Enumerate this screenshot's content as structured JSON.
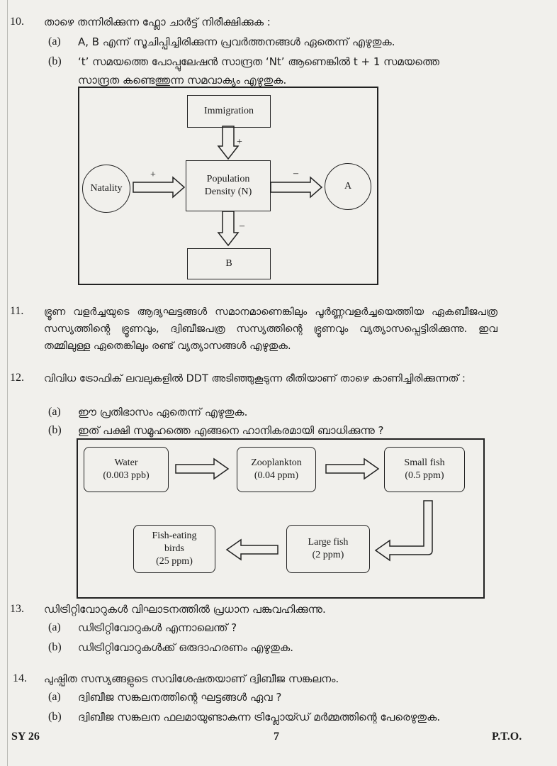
{
  "q10": {
    "num": "10.",
    "text": "താഴെ തന്നിരിക്കുന്ന ഫ്ലോ ചാർട്ട് നിരീക്ഷിക്കുക :",
    "a_label": "(a)",
    "a_text": "A, B എന്ന് സൂചിപ്പിച്ചിരിക്കുന്ന പ്രവർത്തനങ്ങൾ ഏതെന്ന് എഴുതുക.",
    "b_label": "(b)",
    "b_text1": "‘t’ സമയത്തെ പോപ്പുലേഷൻ സാന്ദ്രത ‘Nt’ ആണെങ്കിൽ  t + 1 സമയത്തെ",
    "b_text2": "സാന്ദ്രത കണ്ടെത്തുന്ന സമവാക്യം എഴുതുക.",
    "diagram": {
      "immigration": "Immigration",
      "natality": "Natality",
      "population_density": "Population Density (N)",
      "a": "A",
      "b": "B",
      "plus_top": "+",
      "plus_left": "+",
      "minus_right": "–",
      "minus_bottom": "–"
    }
  },
  "q11": {
    "num": "11.",
    "text": "ഭ്രൂണ വളർച്ചയുടെ ആദ്യഘട്ടങ്ങൾ സമാനമാണെങ്കിലും പൂർണ്ണവളർച്ചയെത്തിയ ഏകബീജപത്ര സസ്യത്തിന്റെ ഭ്രൂണവും, ദ്വിബീജപത്ര സസ്യത്തിന്റെ ഭ്രൂണവും വ്യത്യാസപ്പെട്ടിരിക്കുന്നു. ഇവ തമ്മിലുള്ള ഏതെങ്കിലും രണ്ട് വ്യത്യാസങ്ങൾ എഴുതുക."
  },
  "q12": {
    "num": "12.",
    "text": "വിവിധ ട്രോഫിക് ലവലുകളിൽ DDT അടിഞ്ഞുകൂടുന്ന രീതിയാണ് താഴെ കാണിച്ചിരിക്കുന്നത് :",
    "a_label": "(a)",
    "a_text": "ഈ പ്രതിഭാസം ഏതെന്ന് എഴുതുക.",
    "b_label": "(b)",
    "b_text": "ഇത് പക്ഷി സമൂഹത്തെ എങ്ങനെ ഹാനികരമായി ബാധിക്കുന്നു ?",
    "diagram": {
      "water": "Water",
      "water_val": "(0.003 ppb)",
      "zooplankton": "Zooplankton",
      "zooplankton_val": "(0.04 ppm)",
      "small_fish": "Small fish",
      "small_fish_val": "(0.5 ppm)",
      "large_fish": "Large fish",
      "large_fish_val": "(2 ppm)",
      "birds1": "Fish-eating",
      "birds2": "birds",
      "birds_val": "(25 ppm)"
    }
  },
  "q13": {
    "num": "13.",
    "text": "ഡിട്രിറ്റിവോറുകൾ വിഘാടനത്തിൽ പ്രധാന പങ്കുവഹിക്കുന്നു.",
    "a_label": "(a)",
    "a_text": "ഡിട്രിറ്റിവോറുകൾ എന്നാലെന്ത് ?",
    "b_label": "(b)",
    "b_text": "ഡിട്രിറ്റിവോറുകൾക്ക് ഒരുദാഹരണം എഴുതുക."
  },
  "q14": {
    "num": "14.",
    "text": "പുഷ്പിത സസ്യങ്ങളുടെ സവിശേഷതയാണ് ദ്വിബീജ സങ്കലനം.",
    "a_label": "(a)",
    "a_text": "ദ്വിബീജ സങ്കലനത്തിന്റെ ഘട്ടങ്ങൾ ഏവ ?",
    "b_label": "(b)",
    "b_text": "ദ്വിബീജ സങ്കലന ഫലമായുണ്ടാകുന്ന ട്രിപ്ലോയ്ഡ് മർമ്മത്തിന്റെ പേരെഴുതുക."
  },
  "footer": {
    "code": "SY 26",
    "page": "7",
    "pto": "P.T.O."
  }
}
